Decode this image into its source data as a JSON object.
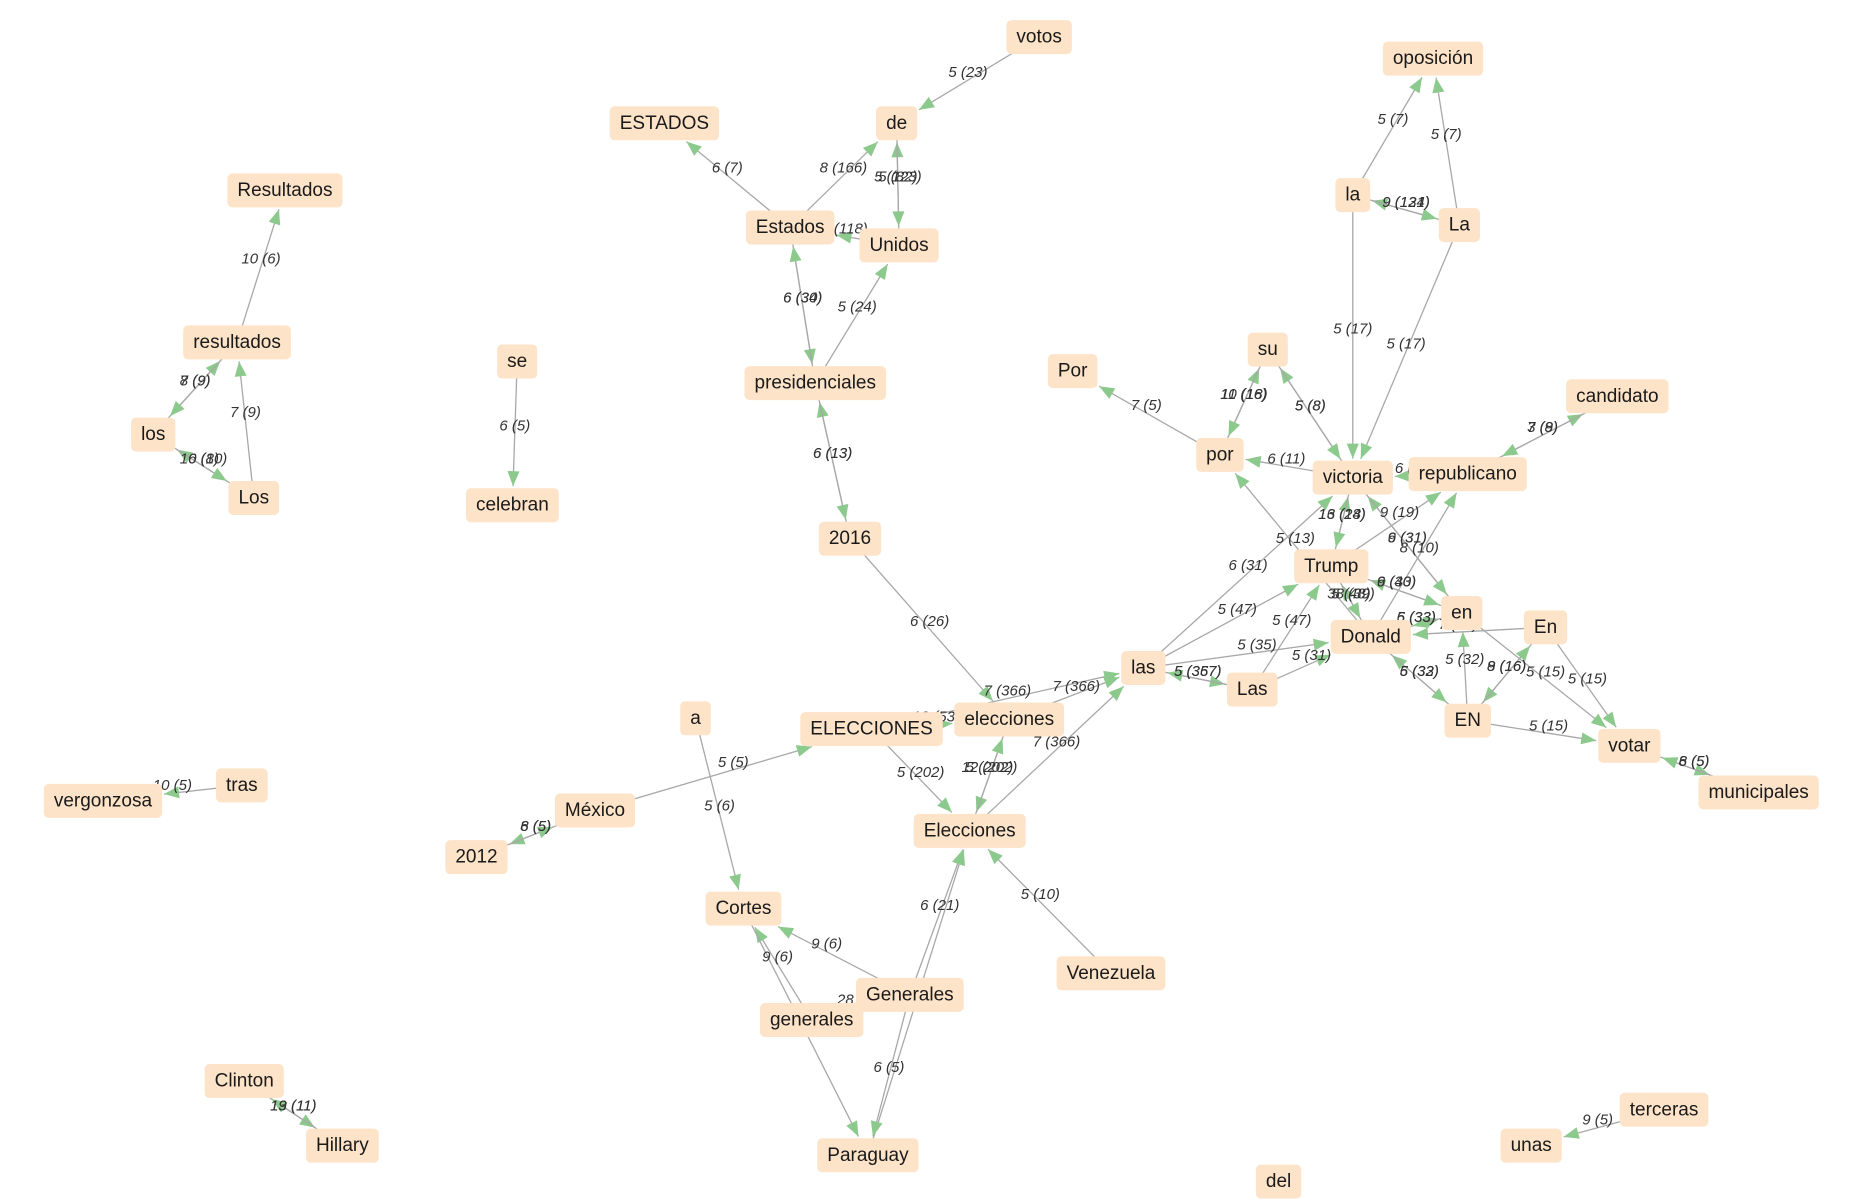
{
  "colors": {
    "node_fill": "#fde3c8",
    "edge": "#a8a8a8",
    "arrow": "#8cc98c",
    "text": "#1a1a1a"
  },
  "nodes": [
    {
      "id": "votos",
      "label": "votos"
    },
    {
      "id": "oposicion",
      "label": "oposición"
    },
    {
      "id": "ESTADOS",
      "label": "ESTADOS"
    },
    {
      "id": "de",
      "label": "de"
    },
    {
      "id": "Resultados",
      "label": "Resultados"
    },
    {
      "id": "la",
      "label": "la"
    },
    {
      "id": "La",
      "label": "La"
    },
    {
      "id": "Estados",
      "label": "Estados"
    },
    {
      "id": "Unidos",
      "label": "Unidos"
    },
    {
      "id": "resultados",
      "label": "resultados"
    },
    {
      "id": "se",
      "label": "se"
    },
    {
      "id": "su",
      "label": "su"
    },
    {
      "id": "Por",
      "label": "Por"
    },
    {
      "id": "presidenciales",
      "label": "presidenciales"
    },
    {
      "id": "candidato",
      "label": "candidato"
    },
    {
      "id": "los",
      "label": "los"
    },
    {
      "id": "por",
      "label": "por"
    },
    {
      "id": "victoria",
      "label": "victoria"
    },
    {
      "id": "republicano",
      "label": "republicano"
    },
    {
      "id": "Los",
      "label": "Los"
    },
    {
      "id": "celebran",
      "label": "celebran"
    },
    {
      "id": "2016",
      "label": "2016"
    },
    {
      "id": "Trump",
      "label": "Trump"
    },
    {
      "id": "en",
      "label": "en"
    },
    {
      "id": "En",
      "label": "En"
    },
    {
      "id": "Donald",
      "label": "Donald"
    },
    {
      "id": "las",
      "label": "las"
    },
    {
      "id": "Las",
      "label": "Las"
    },
    {
      "id": "a",
      "label": "a"
    },
    {
      "id": "elecciones",
      "label": "elecciones"
    },
    {
      "id": "ELECCIONES",
      "label": "ELECCIONES"
    },
    {
      "id": "EN",
      "label": "EN"
    },
    {
      "id": "votar",
      "label": "votar"
    },
    {
      "id": "tras",
      "label": "tras"
    },
    {
      "id": "vergonzosa",
      "label": "vergonzosa"
    },
    {
      "id": "municipales",
      "label": "municipales"
    },
    {
      "id": "Mexico",
      "label": "México"
    },
    {
      "id": "Elecciones",
      "label": "Elecciones"
    },
    {
      "id": "2012",
      "label": "2012"
    },
    {
      "id": "Cortes",
      "label": "Cortes"
    },
    {
      "id": "Venezuela",
      "label": "Venezuela"
    },
    {
      "id": "Generales",
      "label": "Generales"
    },
    {
      "id": "generales",
      "label": "generales"
    },
    {
      "id": "Clinton",
      "label": "Clinton"
    },
    {
      "id": "terceras",
      "label": "terceras"
    },
    {
      "id": "Hillary",
      "label": "Hillary"
    },
    {
      "id": "unas",
      "label": "unas"
    },
    {
      "id": "Paraguay",
      "label": "Paraguay"
    },
    {
      "id": "del",
      "label": "del"
    }
  ],
  "edges": [
    {
      "from": "votos",
      "to": "de",
      "label": "5 (23)"
    },
    {
      "from": "Estados",
      "to": "ESTADOS",
      "label": "6 (7)"
    },
    {
      "from": "Estados",
      "to": "de",
      "label": "8 (166)"
    },
    {
      "from": "Unidos",
      "to": "de",
      "label": "5 (123)"
    },
    {
      "from": "de",
      "to": "Unidos",
      "label": "5 (82)"
    },
    {
      "from": "Unidos",
      "to": "Estados",
      "label": "7 (118)"
    },
    {
      "from": "Estados",
      "to": "presidenciales",
      "label": "6 (34)"
    },
    {
      "from": "presidenciales",
      "to": "Estados",
      "label": "6 (30)"
    },
    {
      "from": "presidenciales",
      "to": "Unidos",
      "label": "5 (24)"
    },
    {
      "from": "2016",
      "to": "presidenciales",
      "label": "6 (13)"
    },
    {
      "from": "presidenciales",
      "to": "2016",
      "label": "6 (13)"
    },
    {
      "from": "resultados",
      "to": "Resultados",
      "label": "10 (6)"
    },
    {
      "from": "los",
      "to": "resultados",
      "label": "8 (9)"
    },
    {
      "from": "resultados",
      "to": "los",
      "label": "7 (9)"
    },
    {
      "from": "Los",
      "to": "resultados",
      "label": "7 (9)"
    },
    {
      "from": "Los",
      "to": "los",
      "label": "10 (10)"
    },
    {
      "from": "los",
      "to": "Los",
      "label": "6 (8)"
    },
    {
      "from": "se",
      "to": "celebran",
      "label": "6 (5)"
    },
    {
      "from": "la",
      "to": "oposicion",
      "label": "5 (7)"
    },
    {
      "from": "La",
      "to": "oposicion",
      "label": "5 (7)"
    },
    {
      "from": "La",
      "to": "la",
      "label": "9 (124)"
    },
    {
      "from": "la",
      "to": "La",
      "label": "9 (131)"
    },
    {
      "from": "la",
      "to": "victoria",
      "label": "5 (17)"
    },
    {
      "from": "La",
      "to": "victoria",
      "label": "5 (17)"
    },
    {
      "from": "por",
      "to": "Por",
      "label": "7 (5)"
    },
    {
      "from": "por",
      "to": "su",
      "label": "10 (18)"
    },
    {
      "from": "su",
      "to": "por",
      "label": "11 (16)"
    },
    {
      "from": "victoria",
      "to": "su",
      "label": "5 (8)"
    },
    {
      "from": "su",
      "to": "victoria",
      "label": "5 (8)"
    },
    {
      "from": "victoria",
      "to": "por",
      "label": "6 (11)"
    },
    {
      "from": "Donald",
      "to": "por",
      "label": "5 (13)"
    },
    {
      "from": "republicano",
      "to": "candidato",
      "label": "7 (9)"
    },
    {
      "from": "candidato",
      "to": "republicano",
      "label": "3 (8)"
    },
    {
      "from": "republicano",
      "to": "victoria",
      "label": "6 (7)"
    },
    {
      "from": "Trump",
      "to": "victoria",
      "label": "16 (24)"
    },
    {
      "from": "victoria",
      "to": "Trump",
      "label": "13 (18)"
    },
    {
      "from": "Donald",
      "to": "republicano",
      "label": "8 (10)"
    },
    {
      "from": "en",
      "to": "victoria",
      "label": "9 (31)"
    },
    {
      "from": "Trump",
      "to": "republicano",
      "label": "9 (19)"
    },
    {
      "from": "victoria",
      "to": "en",
      "label": "6 (31)"
    },
    {
      "from": "Donald",
      "to": "Trump",
      "label": "38 (39)"
    },
    {
      "from": "Trump",
      "to": "Donald",
      "label": "5 (48)"
    },
    {
      "from": "en",
      "to": "Trump",
      "label": "9 (43)"
    },
    {
      "from": "Trump",
      "to": "en",
      "label": "6 (30)"
    },
    {
      "from": "Donald",
      "to": "en",
      "label": "6 (33)"
    },
    {
      "from": "en",
      "to": "Donald",
      "label": "5 (33)"
    },
    {
      "from": "En",
      "to": "Donald",
      "label": "7 (30)"
    },
    {
      "from": "las",
      "to": "victoria",
      "label": "6 (31)"
    },
    {
      "from": "las",
      "to": "Trump",
      "label": "5 (47)"
    },
    {
      "from": "Las",
      "to": "Trump",
      "label": "5 (47)"
    },
    {
      "from": "las",
      "to": "Donald",
      "label": "5 (35)"
    },
    {
      "from": "Las",
      "to": "Donald",
      "label": "5 (31)"
    },
    {
      "from": "las",
      "to": "Las",
      "label": "5 (357)"
    },
    {
      "from": "Las",
      "to": "las",
      "label": "5 (367)"
    },
    {
      "from": "EN",
      "to": "Donald",
      "label": "5 (32)"
    },
    {
      "from": "Donald",
      "to": "EN",
      "label": "6 (33)"
    },
    {
      "from": "EN",
      "to": "en",
      "label": "5 (32)"
    },
    {
      "from": "En",
      "to": "EN",
      "label": "8 (16)"
    },
    {
      "from": "EN",
      "to": "En",
      "label": "9 (16)"
    },
    {
      "from": "EN",
      "to": "votar",
      "label": "5 (15)"
    },
    {
      "from": "En",
      "to": "votar",
      "label": "5 (15)"
    },
    {
      "from": "en",
      "to": "votar",
      "label": "5 (15)"
    },
    {
      "from": "votar",
      "to": "municipales",
      "label": "6 (5)"
    },
    {
      "from": "municipales",
      "to": "votar",
      "label": "8 (5)"
    },
    {
      "from": "2016",
      "to": "elecciones",
      "label": "6 (26)"
    },
    {
      "from": "ELECCIONES",
      "to": "elecciones",
      "label": "12 (530)"
    },
    {
      "from": "elecciones",
      "to": "las",
      "label": "7 (366)"
    },
    {
      "from": "ELECCIONES",
      "to": "las",
      "label": "7 (366)"
    },
    {
      "from": "Elecciones",
      "to": "las",
      "label": "7 (366)"
    },
    {
      "from": "ELECCIONES",
      "to": "Elecciones",
      "label": "5 (202)"
    },
    {
      "from": "elecciones",
      "to": "Elecciones",
      "label": "12 (202)"
    },
    {
      "from": "Elecciones",
      "to": "elecciones",
      "label": "5 (202)"
    },
    {
      "from": "Mexico",
      "to": "ELECCIONES",
      "label": "5 (5)"
    },
    {
      "from": "Mexico",
      "to": "2012",
      "label": "8 (5)"
    },
    {
      "from": "2012",
      "to": "Mexico",
      "label": "6 (5)"
    },
    {
      "from": "tras",
      "to": "vergonzosa",
      "label": "10 (5)"
    },
    {
      "from": "a",
      "to": "Cortes",
      "label": "5 (6)"
    },
    {
      "from": "Venezuela",
      "to": "Elecciones",
      "label": "5 (10)"
    },
    {
      "from": "Generales",
      "to": "Elecciones",
      "label": "6 (21)"
    },
    {
      "from": "Paraguay",
      "to": "Elecciones",
      "label": "6 (21)"
    },
    {
      "from": "generales",
      "to": "Cortes",
      "label": "9 (6)"
    },
    {
      "from": "Generales",
      "to": "Cortes",
      "label": "9 (6)"
    },
    {
      "from": "generales",
      "to": "Generales",
      "label": "28 (17)"
    },
    {
      "from": "Cortes",
      "to": "Paraguay",
      "label": "6 (5)"
    },
    {
      "from": "Generales",
      "to": "Paraguay",
      "label": "6 (5)"
    },
    {
      "from": "Clinton",
      "to": "Hillary",
      "label": "19 (11)"
    },
    {
      "from": "Hillary",
      "to": "Clinton",
      "label": "13 (11)"
    },
    {
      "from": "terceras",
      "to": "unas",
      "label": "9 (5)"
    }
  ]
}
